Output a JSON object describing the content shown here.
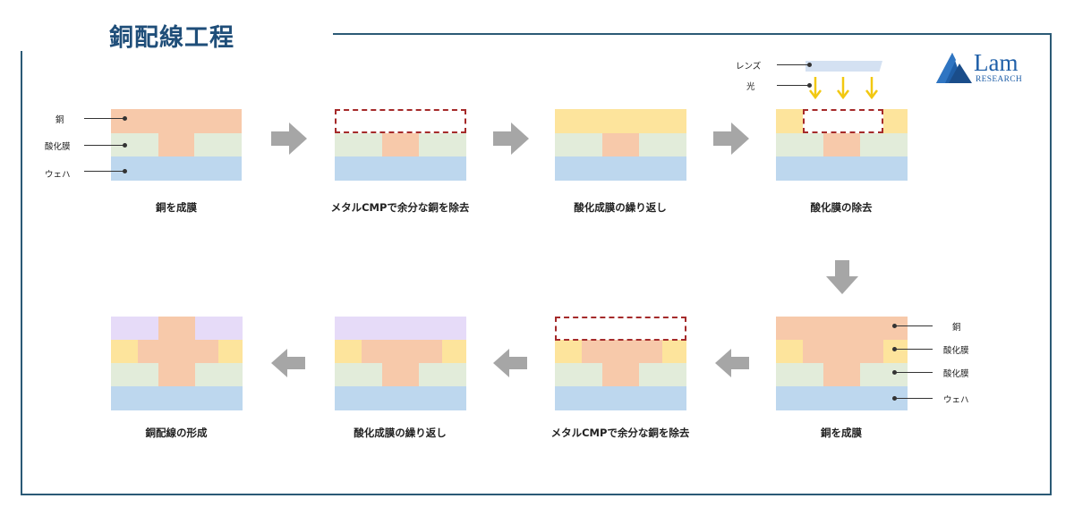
{
  "title": "銅配線工程",
  "logo": {
    "name": "Lam",
    "sub": "RESEARCH",
    "mark": "lam-triangle-icon"
  },
  "colors": {
    "copper": "#f7c9aa",
    "oxide": "#e2ecda",
    "wafer": "#bdd7ee",
    "oxide_second": "#fde49c",
    "top_layer": "#e6dbf8",
    "lens": "#d4e1f2",
    "light": "#f2c811",
    "removal_outline": "#a52a2a",
    "arrow": "#a6a6a6",
    "frame": "#2b5a76"
  },
  "steps": [
    {
      "caption": "銅を成膜"
    },
    {
      "caption": "メタルCMPで余分な銅を除去"
    },
    {
      "caption": "酸化成膜の繰り返し"
    },
    {
      "caption": "酸化膜の除去"
    },
    {
      "caption": "銅を成膜"
    },
    {
      "caption": "メタルCMPで余分な銅を除去"
    },
    {
      "caption": "酸化成膜の繰り返し"
    },
    {
      "caption": "銅配線の形成"
    }
  ],
  "labels_step1": {
    "copper": "銅",
    "oxide": "酸化膜",
    "wafer": "ウェハ"
  },
  "labels_step4": {
    "lens": "レンズ",
    "light": "光"
  },
  "labels_step5": {
    "copper": "銅",
    "oxide_upper": "酸化膜",
    "oxide_lower": "酸化膜",
    "wafer": "ウェハ"
  }
}
